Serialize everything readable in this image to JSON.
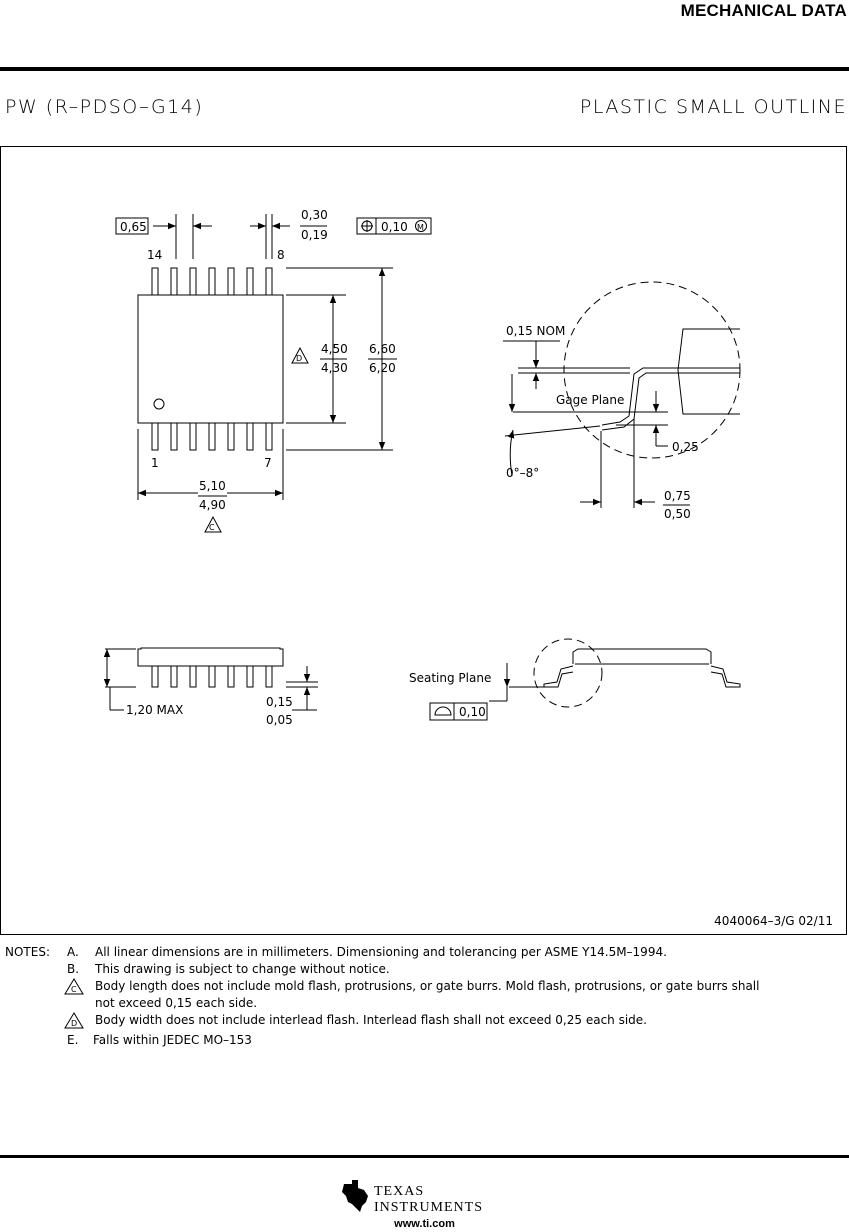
{
  "header": {
    "title": "MECHANICAL DATA"
  },
  "package": {
    "code": "PW (R–PDSO–G14)",
    "type": "PLASTIC SMALL OUTLINE"
  },
  "top_view": {
    "pitch": "0,65",
    "lead_width_max": "0,30",
    "lead_width_min": "0,19",
    "position_tol": "0,10",
    "position_mod": "M",
    "pin_14": "14",
    "pin_8": "8",
    "pin_1": "1",
    "pin_7": "7",
    "body_width_max": "4,50",
    "body_width_min": "4,30",
    "body_width_note": "D",
    "overall_width_max": "6,60",
    "overall_width_min": "6,20",
    "body_length_max": "5,10",
    "body_length_min": "4,90",
    "body_length_note": "C"
  },
  "detail_view": {
    "lead_thickness": "0,15 NOM",
    "gage_plane": "Gage Plane",
    "gage_dim": "0,25",
    "angle": "0°–8°",
    "foot_max": "0,75",
    "foot_min": "0,50"
  },
  "side_view": {
    "height_max": "1,20 MAX",
    "standoff_max": "0,15",
    "standoff_min": "0,05",
    "seating_plane": "Seating Plane",
    "coplanarity": "0,10"
  },
  "doc_id": "4040064–3/G  02/11",
  "notes": {
    "label": "NOTES:",
    "items": [
      {
        "key": "A.",
        "text": "All linear dimensions are in millimeters.  Dimensioning and tolerancing per ASME Y14.5M–1994."
      },
      {
        "key": "B.",
        "text": "This drawing is subject to change without notice."
      },
      {
        "key": "C",
        "text": "Body length does not include mold flash, protrusions, or gate burrs.  Mold flash, protrusions, or gate burrs shall",
        "text2": "not exceed 0,15 each side."
      },
      {
        "key": "D",
        "text": "Body width does not include interlead flash.  Interlead flash shall not exceed 0,25 each side."
      },
      {
        "key": "E.",
        "text": "Falls within JEDEC MO–153"
      }
    ]
  },
  "footer": {
    "logo_line1": "TEXAS",
    "logo_line2": "INSTRUMENTS",
    "url": "www.ti.com"
  }
}
